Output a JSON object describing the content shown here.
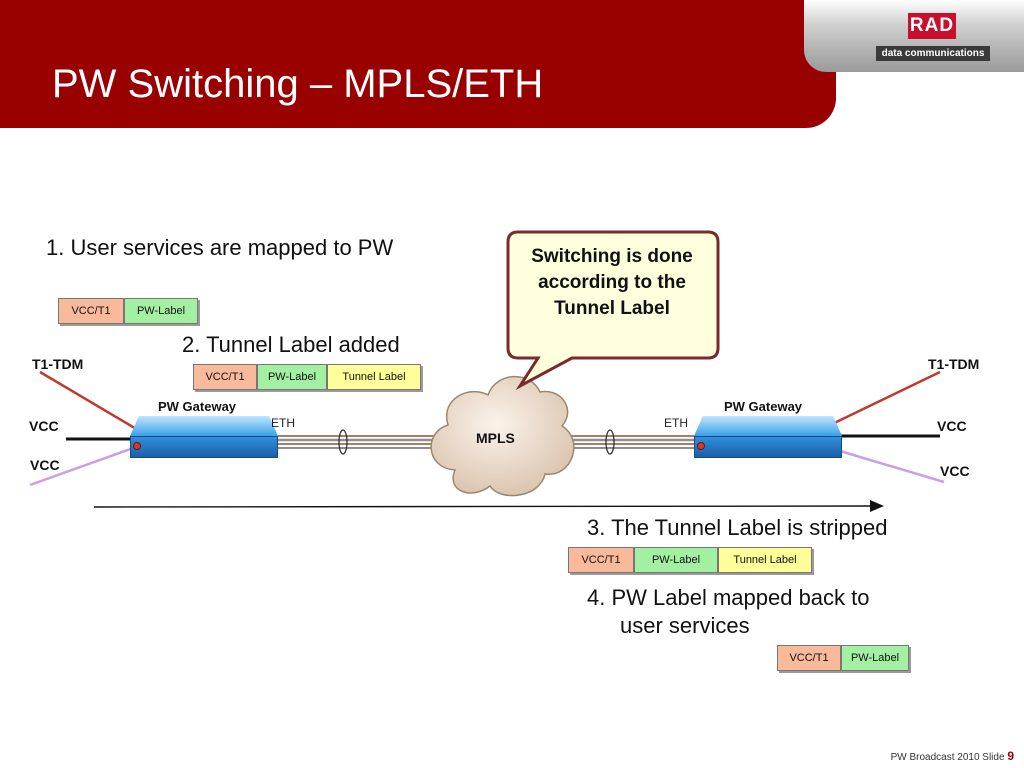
{
  "title": "PW Switching – MPLS/ETH",
  "logo": {
    "brand": "RAD",
    "tagline": "data communications"
  },
  "steps": {
    "s1": "1. User services are mapped to PW",
    "s2": "2. Tunnel Label added",
    "s3": "3. The Tunnel Label is stripped",
    "s4_line1": "4. PW Label mapped back to",
    "s4_line2": "user services"
  },
  "callout": "Switching is done according to the Tunnel Label",
  "network": {
    "left_gateway": "PW Gateway",
    "right_gateway": "PW Gateway",
    "cloud": "MPLS",
    "left_link": "ETH",
    "right_link": "ETH",
    "left_t1": "T1-TDM",
    "right_t1": "T1-TDM",
    "left_vcc_top": "VCC",
    "left_vcc_bottom": "VCC",
    "right_vcc_top": "VCC",
    "right_vcc_bottom": "VCC"
  },
  "packets": {
    "p1": {
      "vcc": "VCC/T1",
      "pw": "PW-Label"
    },
    "p2": {
      "vcc": "VCC/T1",
      "pw": "PW-Label",
      "tunnel": "Tunnel Label"
    },
    "p3": {
      "vcc": "VCC/T1",
      "pw": "PW-Label",
      "tunnel": "Tunnel Label"
    },
    "p4": {
      "vcc": "VCC/T1",
      "pw": "PW-Label"
    }
  },
  "colors": {
    "header": "#990000",
    "vcc_segment": "#f9b99b",
    "pw_segment": "#a3f0a3",
    "tunnel_segment": "#ffff99",
    "t1_line": "#c0392b",
    "vcc_violet_line": "#c8a0e6"
  },
  "footer": {
    "text": "PW Broadcast 2010  Slide",
    "page": "9"
  }
}
